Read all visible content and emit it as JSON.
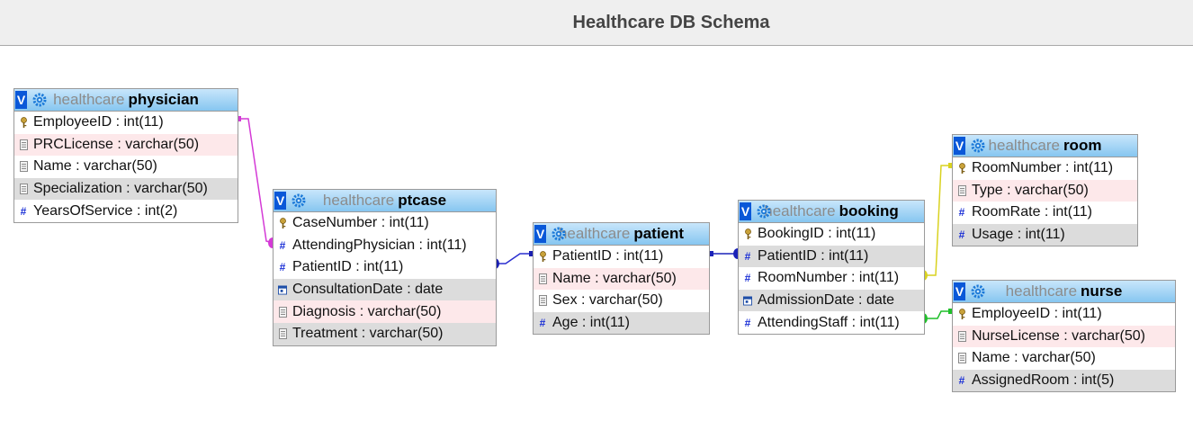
{
  "title": "Healthcare DB Schema",
  "tables": {
    "physician": {
      "db": "healthcare",
      "name": "physician",
      "columns": [
        {
          "text": "EmployeeID : int(11)",
          "icon": "key",
          "bg": "white"
        },
        {
          "text": "PRCLicense : varchar(50)",
          "icon": "text",
          "bg": "pink"
        },
        {
          "text": "Name : varchar(50)",
          "icon": "text",
          "bg": "white"
        },
        {
          "text": "Specialization : varchar(50)",
          "icon": "text",
          "bg": "gray"
        },
        {
          "text": "YearsOfService : int(2)",
          "icon": "hash",
          "bg": "white"
        }
      ]
    },
    "ptcase": {
      "db": "healthcare",
      "name": "ptcase",
      "columns": [
        {
          "text": "CaseNumber : int(11)",
          "icon": "key",
          "bg": "white"
        },
        {
          "text": "AttendingPhysician : int(11)",
          "icon": "hash",
          "bg": "white"
        },
        {
          "text": "PatientID : int(11)",
          "icon": "hash",
          "bg": "white"
        },
        {
          "text": "ConsultationDate : date",
          "icon": "date",
          "bg": "gray"
        },
        {
          "text": "Diagnosis : varchar(50)",
          "icon": "text",
          "bg": "pink"
        },
        {
          "text": "Treatment : varchar(50)",
          "icon": "text",
          "bg": "gray"
        }
      ]
    },
    "patient": {
      "db": "healthcare",
      "name": "patient",
      "columns": [
        {
          "text": "PatientID : int(11)",
          "icon": "key",
          "bg": "white"
        },
        {
          "text": "Name : varchar(50)",
          "icon": "text",
          "bg": "pink"
        },
        {
          "text": "Sex : varchar(50)",
          "icon": "text",
          "bg": "white"
        },
        {
          "text": "Age : int(11)",
          "icon": "hash",
          "bg": "gray"
        }
      ]
    },
    "booking": {
      "db": "healthcare",
      "name": "booking",
      "columns": [
        {
          "text": "BookingID : int(11)",
          "icon": "key",
          "bg": "white"
        },
        {
          "text": "PatientID : int(11)",
          "icon": "hash",
          "bg": "gray"
        },
        {
          "text": "RoomNumber : int(11)",
          "icon": "hash",
          "bg": "white"
        },
        {
          "text": "AdmissionDate : date",
          "icon": "date",
          "bg": "gray"
        },
        {
          "text": "AttendingStaff : int(11)",
          "icon": "hash",
          "bg": "white"
        }
      ]
    },
    "room": {
      "db": "healthcare",
      "name": "room",
      "columns": [
        {
          "text": "RoomNumber : int(11)",
          "icon": "key",
          "bg": "white"
        },
        {
          "text": "Type : varchar(50)",
          "icon": "text",
          "bg": "pink"
        },
        {
          "text": "RoomRate : int(11)",
          "icon": "hash",
          "bg": "white"
        },
        {
          "text": "Usage : int(11)",
          "icon": "hash",
          "bg": "gray"
        }
      ]
    },
    "nurse": {
      "db": "healthcare",
      "name": "nurse",
      "columns": [
        {
          "text": "EmployeeID : int(11)",
          "icon": "key",
          "bg": "white"
        },
        {
          "text": "NurseLicense : varchar(50)",
          "icon": "text",
          "bg": "pink"
        },
        {
          "text": "Name : varchar(50)",
          "icon": "text",
          "bg": "white"
        },
        {
          "text": "AssignedRoom : int(5)",
          "icon": "hash",
          "bg": "gray"
        }
      ]
    }
  },
  "relations": [
    {
      "from": "ptcase.AttendingPhysician",
      "to": "physician.EmployeeID",
      "color": "#d43ad6"
    },
    {
      "from": "ptcase.PatientID",
      "to": "patient.PatientID",
      "color": "#2a2fd0"
    },
    {
      "from": "booking.PatientID",
      "to": "patient.PatientID",
      "color": "#1a22b8"
    },
    {
      "from": "booking.RoomNumber",
      "to": "room.RoomNumber",
      "color": "#d9d21f"
    },
    {
      "from": "booking.AttendingStaff",
      "to": "nurse.EmployeeID",
      "color": "#1fbf2a"
    }
  ],
  "colors": {
    "header_top": "#c8e6fb",
    "header_bottom": "#86c6f0",
    "row_pink": "#fde8ea",
    "row_gray": "#dcdcdc",
    "v_badge": "#0a58d8"
  }
}
